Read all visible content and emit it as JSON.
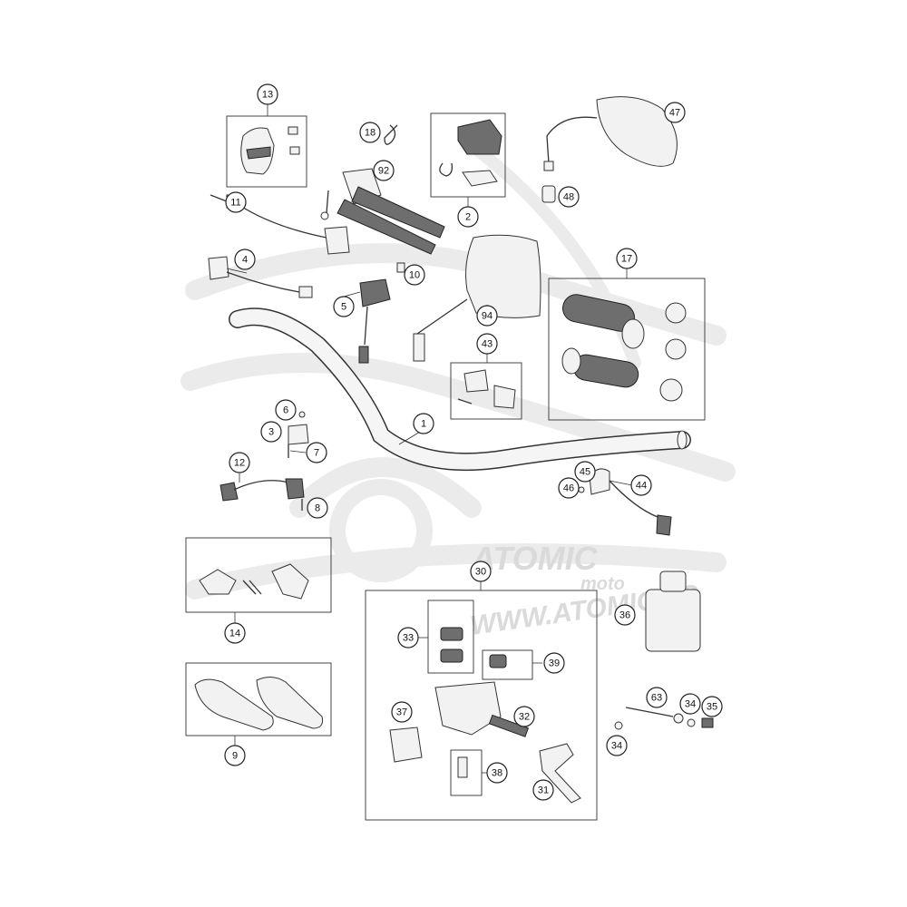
{
  "watermark": {
    "brand": "ATOMIC",
    "sub": "moto",
    "url": "WWW.ATOMICMO"
  },
  "callouts": [
    {
      "id": "13"
    },
    {
      "id": "18"
    },
    {
      "id": "92"
    },
    {
      "id": "2"
    },
    {
      "id": "47"
    },
    {
      "id": "48"
    },
    {
      "id": "11"
    },
    {
      "id": "4"
    },
    {
      "id": "10"
    },
    {
      "id": "5"
    },
    {
      "id": "94"
    },
    {
      "id": "17"
    },
    {
      "id": "43"
    },
    {
      "id": "6"
    },
    {
      "id": "3"
    },
    {
      "id": "7"
    },
    {
      "id": "1"
    },
    {
      "id": "12"
    },
    {
      "id": "8"
    },
    {
      "id": "45"
    },
    {
      "id": "46"
    },
    {
      "id": "44"
    },
    {
      "id": "14"
    },
    {
      "id": "30"
    },
    {
      "id": "36"
    },
    {
      "id": "33"
    },
    {
      "id": "39"
    },
    {
      "id": "9"
    },
    {
      "id": "37"
    },
    {
      "id": "32"
    },
    {
      "id": "63"
    },
    {
      "id": "34"
    },
    {
      "id": "35"
    },
    {
      "id": "34"
    },
    {
      "id": "38"
    },
    {
      "id": "31"
    }
  ]
}
